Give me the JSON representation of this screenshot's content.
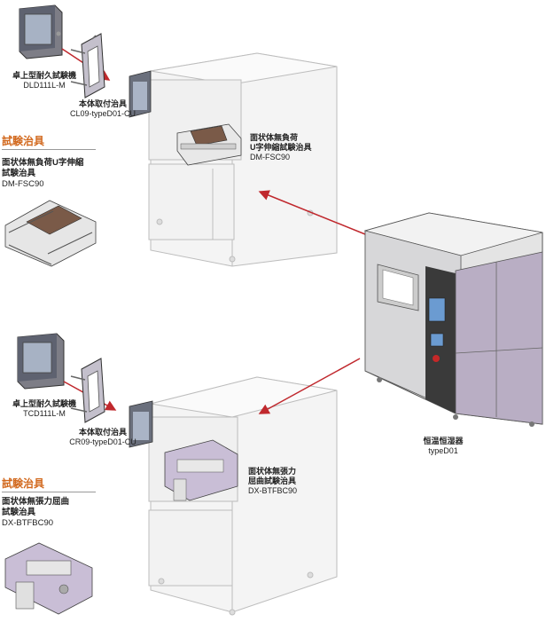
{
  "top": {
    "desktop_tester": {
      "name": "卓上型耐久試験機",
      "model": "DLD111L-M"
    },
    "mount_jig": {
      "name": "本体取付治具",
      "model": "CL09-typeD01-CU"
    },
    "chamber_jig": {
      "line1": "面状体無負荷",
      "line2": "U字伸縮試験治具",
      "model": "DM-FSC90"
    },
    "section_title": "試験治具",
    "jig": {
      "line1": "面状体無負荷U字伸縮",
      "line2": "試験治具",
      "model": "DM-FSC90"
    }
  },
  "chamber": {
    "name": "恒温恒湿器",
    "model": "typeD01"
  },
  "bottom": {
    "desktop_tester": {
      "name": "卓上型耐久試験機",
      "model": "TCD111L-M"
    },
    "mount_jig": {
      "name": "本体取付治具",
      "model": "CR09-typeD01-CU"
    },
    "chamber_jig": {
      "line1": "面状体無張力",
      "line2": "屈曲試験治具",
      "model": "DX-BTFBC90"
    },
    "section_title": "試験治具",
    "jig": {
      "line1": "面状体無張力屈曲",
      "line2": "試験治具",
      "model": "DX-BTFBC90"
    }
  },
  "colors": {
    "accent": "#d2691e",
    "arrow": "#c0282d",
    "device_purple": "#b9aec4"
  }
}
